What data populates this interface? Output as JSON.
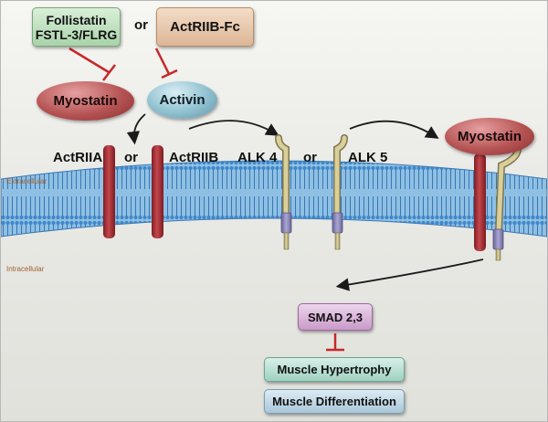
{
  "inhibitors": {
    "follistatin_line1": "Follistatin",
    "follistatin_line2": "FSTL-3/FLRG",
    "or": "or",
    "actriib_fc": "ActRIIB-Fc"
  },
  "ligands": {
    "myostatin": "Myostatin",
    "activin": "Activin"
  },
  "receptors": {
    "actriia": "ActRIIA",
    "or_1": "or",
    "actriib": "ActRIIB",
    "alk4": "ALK 4",
    "or_2": "or",
    "alk5": "ALK 5"
  },
  "complex": {
    "myostatin": "Myostatin"
  },
  "membrane": {
    "extracellular": "Extracellular",
    "intracellular": "Intracellular"
  },
  "signaling": {
    "smad": "SMAD 2,3",
    "hypertrophy": "Muscle Hypertrophy",
    "differentiation": "Muscle Differentiation"
  },
  "colors": {
    "inhibition": "#c62828",
    "receptor_type2": "#a8353a",
    "receptor_type1": "#c9bf85",
    "kinase_domain": "#8a86b8",
    "membrane": "#6fa7d6"
  }
}
